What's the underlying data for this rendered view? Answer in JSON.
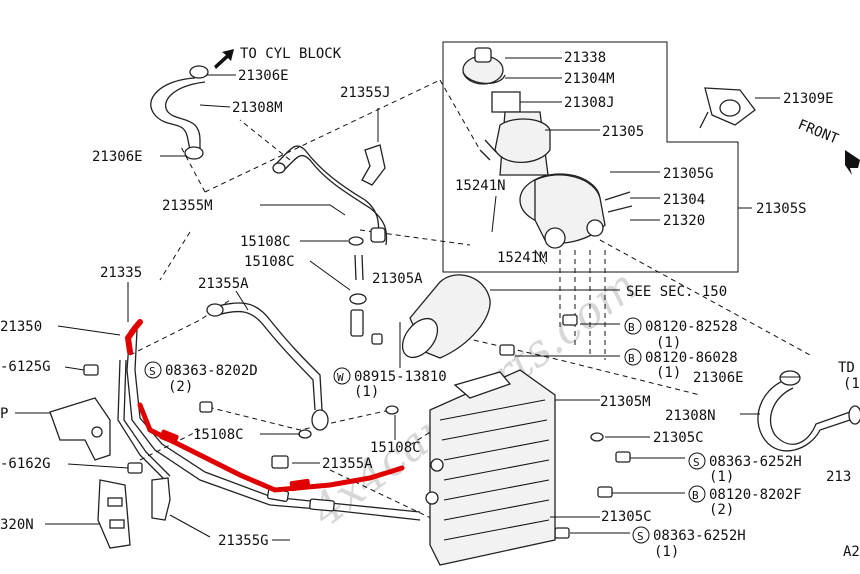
{
  "watermark": "4x4cartparts.com",
  "direction_labels": {
    "to_cyl_block": "TO CYL BLOCK",
    "front": "FRONT",
    "see_sec": "SEE SEC. 150"
  },
  "highlight_color": "#e00000",
  "part_labels": [
    "21306E",
    "21308M",
    "21306E",
    "21355J",
    "21355M",
    "21338",
    "21304M",
    "21308J",
    "21305",
    "21309E",
    "21305G",
    "15241N",
    "21304",
    "21320",
    "21305S",
    "15108C",
    "15108C",
    "21305A",
    "15241M",
    "21335",
    "21355A",
    "21350",
    "08120-82528",
    "(1)",
    "08363-8202D",
    "(2)",
    "08120-86028",
    "(1)",
    "21306E",
    "08915-13810",
    "(1)",
    "-6125G",
    "21308N",
    "21305M",
    "P",
    "15108C",
    "15108C",
    "21305C",
    "08363-6252H",
    "(1)",
    "21355A",
    "-6162G",
    "08120-8202F",
    "(2)",
    "21305C",
    "320N",
    "21355G",
    "08363-6252H",
    "(1)",
    "TD",
    "(1",
    "213",
    "A2"
  ]
}
